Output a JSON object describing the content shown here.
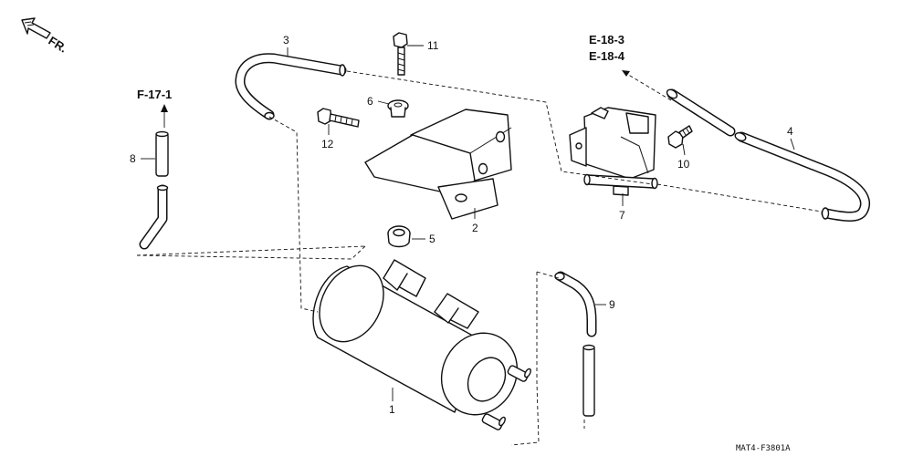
{
  "direction": {
    "label": "FR.",
    "icon": "front-direction-arrow-icon"
  },
  "references": {
    "left": "F-17-1",
    "top_right_1": "E-18-3",
    "top_right_2": "E-18-4"
  },
  "callouts": {
    "c1": "1",
    "c2": "2",
    "c3": "3",
    "c4": "4",
    "c5": "5",
    "c6": "6",
    "c7": "7",
    "c8": "8",
    "c9": "9",
    "c10": "10",
    "c11": "11",
    "c12": "12"
  },
  "diagram_code": "MAT4-F3801A"
}
